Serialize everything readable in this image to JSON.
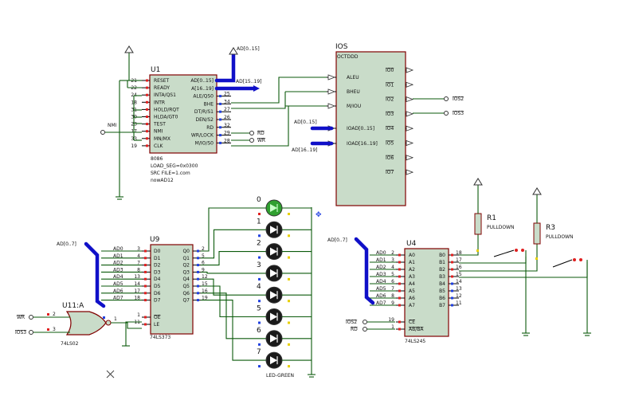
{
  "u1": {
    "ref": "U1",
    "part": "8086",
    "props": [
      "LOAD_SEG=0x0300",
      "SRC FILE=1.com",
      "nowAD12"
    ],
    "left_pins": [
      {
        "num": "21",
        "name": "RESET"
      },
      {
        "num": "22",
        "name": "READY"
      },
      {
        "num": "24",
        "name": "INTA/QS1"
      },
      {
        "num": "18",
        "name": "INTR"
      },
      {
        "num": "31",
        "name": "HOLD/RQT"
      },
      {
        "num": "30",
        "name": "HLDA/GT0"
      },
      {
        "num": "23",
        "name": "TEST"
      },
      {
        "num": "17",
        "name": "NMI"
      },
      {
        "num": "33",
        "name": "MN/MX"
      },
      {
        "num": "19",
        "name": "CLK"
      }
    ],
    "right_pins": [
      {
        "num": "",
        "name": "AD[0..15]"
      },
      {
        "num": "",
        "name": "A[16..19]"
      },
      {
        "num": "25",
        "name": "ALE/QS0"
      },
      {
        "num": "34",
        "name": "BHE"
      },
      {
        "num": "27",
        "name": "DT/R/S1"
      },
      {
        "num": "26",
        "name": "DEN/S2"
      },
      {
        "num": "32",
        "name": "RD"
      },
      {
        "num": "29",
        "name": "WR/LOCK"
      },
      {
        "num": "28",
        "name": "M/IO/S0"
      }
    ],
    "bus_out_1": "AD[15..19]",
    "bus_top": "AD[0..15]",
    "nmi_label": "NMI",
    "rd_label": "RD",
    "wr_label": "WR"
  },
  "ios": {
    "ref": "IOS",
    "type": "OCTDDD",
    "left_pins": [
      "ALEU",
      "BHEU",
      "M/IOU",
      "IOAD[0..15]",
      "IOAD[16..19]"
    ],
    "right_pins": [
      "IO0",
      "IO1",
      "IO2",
      "IO3",
      "IO4",
      "IO5",
      "IO6",
      "IO7"
    ],
    "ad_label_1": "AD[0..15]",
    "ad_label_2": "AD[16..19]",
    "out_labels": {
      "io2": "IOS2",
      "io3": "IOS3"
    }
  },
  "u9": {
    "ref": "U9",
    "part": "74LS373",
    "bus_label": "AD[0..7]",
    "d_pins": [
      "D0",
      "D1",
      "D2",
      "D3",
      "D4",
      "D5",
      "D6",
      "D7"
    ],
    "d_nums": [
      "3",
      "4",
      "7",
      "8",
      "13",
      "14",
      "17",
      "18"
    ],
    "d_nets": [
      "AD0",
      "AD1",
      "AD2",
      "AD3",
      "AD4",
      "AD5",
      "AD6",
      "AD7"
    ],
    "q_pins": [
      "Q0",
      "Q1",
      "Q2",
      "Q3",
      "Q4",
      "Q5",
      "Q6",
      "Q7"
    ],
    "q_nums": [
      "2",
      "5",
      "6",
      "9",
      "12",
      "15",
      "16",
      "19"
    ],
    "ctrl_pins": [
      {
        "num": "1",
        "name": "OE"
      },
      {
        "num": "11",
        "name": "LE"
      }
    ]
  },
  "leds": {
    "labels": [
      "0",
      "1",
      "2",
      "3",
      "4",
      "5",
      "6",
      "7"
    ],
    "part": "LED-GREEN"
  },
  "u11": {
    "ref": "U11:A",
    "part": "74LS02",
    "in_labels": [
      "WR",
      "IOS3"
    ],
    "in_nums": [
      "2",
      "3"
    ],
    "out_num": "1"
  },
  "u4": {
    "ref": "U4",
    "part": "74LS245",
    "bus_label": "AD[0..7]",
    "a_pins": [
      "A0",
      "A1",
      "A2",
      "A3",
      "A4",
      "A5",
      "A6",
      "A7"
    ],
    "a_nums": [
      "2",
      "3",
      "4",
      "5",
      "6",
      "7",
      "8",
      "9"
    ],
    "a_nets": [
      "AD0",
      "AD1",
      "AD2",
      "AD3",
      "AD4",
      "AD5",
      "AD6",
      "AD7"
    ],
    "b_pins": [
      "B0",
      "B1",
      "B2",
      "B3",
      "B4",
      "B5",
      "B6",
      "B7"
    ],
    "b_nums": [
      "18",
      "17",
      "16",
      "15",
      "14",
      "13",
      "12",
      "11"
    ],
    "ctrl_pins": [
      {
        "num": "19",
        "name": "CE"
      },
      {
        "num": "1",
        "name": "AB/BA"
      }
    ],
    "ctrl_nets": [
      "IOS2",
      "RD"
    ]
  },
  "resistors": [
    {
      "ref": "R1",
      "value": "PULLDOWN"
    },
    {
      "ref": "R3",
      "value": "PULLDOWN"
    }
  ],
  "colors": {
    "chip_fill": "#c9dcc9",
    "chip_border": "#800000",
    "wire": "#0b5a0b",
    "bus": "#1010c8",
    "pin_red": "#e02020",
    "pin_blue": "#2040e0",
    "pin_yellow": "#e8d000"
  }
}
